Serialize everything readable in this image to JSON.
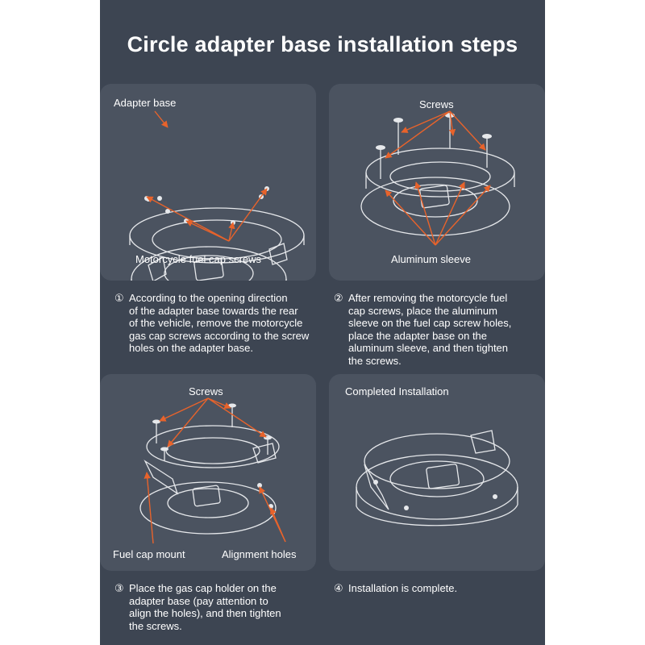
{
  "title": "Circle adapter base installation steps",
  "colors": {
    "background": "#3d4552",
    "card": "#4b5360",
    "line_art": "#e6e8eb",
    "arrow": "#e8632b"
  },
  "panels": [
    {
      "labels": [
        "Adapter base",
        "Motorcycle fuel cap screws"
      ]
    },
    {
      "labels": [
        "Screws",
        "Aluminum sleeve"
      ]
    },
    {
      "labels": [
        "Screws",
        "Fuel cap mount",
        "Alignment holes"
      ]
    },
    {
      "labels": [
        "Completed Installation"
      ]
    }
  ],
  "steps": [
    {
      "number": "①",
      "lines": [
        "According to the opening direction",
        "of the adapter base towards the rear",
        "of the vehicle, remove the motorcycle",
        "gas cap screws according to the screw",
        "holes on the adapter base."
      ]
    },
    {
      "number": "②",
      "lines": [
        "After removing the motorcycle fuel",
        "cap screws, place the aluminum",
        "sleeve on the fuel cap screw holes,",
        "place the adapter base on the",
        "aluminum sleeve, and then tighten",
        "the screws."
      ]
    },
    {
      "number": "③",
      "lines": [
        "Place the gas cap holder on the",
        "adapter base (pay attention to",
        "align the holes), and then tighten",
        "the screws."
      ]
    },
    {
      "number": "④",
      "lines": [
        "Installation is complete."
      ]
    }
  ]
}
